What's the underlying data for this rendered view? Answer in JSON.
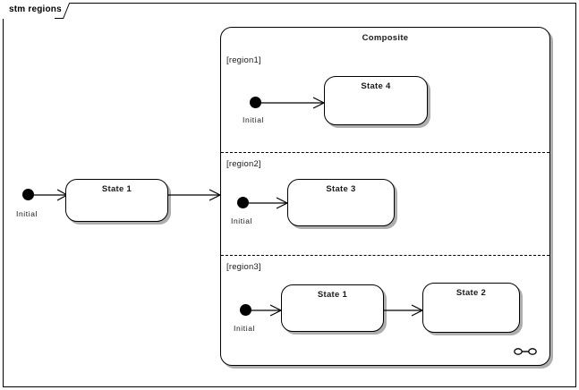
{
  "diagram": {
    "frame_title": "stm regions",
    "kind": "uml-state-machine"
  },
  "top_level": {
    "initial": {
      "label": "Initial"
    },
    "state1": {
      "label": "State 1"
    }
  },
  "composite": {
    "title": "Composite",
    "icon_name": "submachine-icon",
    "regions": [
      {
        "label": "[region1]",
        "initial_label": "Initial",
        "states": [
          {
            "label": "State 4"
          }
        ]
      },
      {
        "label": "[region2]",
        "initial_label": "Initial",
        "states": [
          {
            "label": "State 3"
          }
        ]
      },
      {
        "label": "[region3]",
        "initial_label": "Initial",
        "states": [
          {
            "label": "State 1"
          },
          {
            "label": "State 2"
          }
        ]
      }
    ]
  },
  "colors": {
    "line": "#000000",
    "fill": "#ffffff",
    "shadow": "#aaaaaa",
    "text": "#1a1a1a"
  }
}
